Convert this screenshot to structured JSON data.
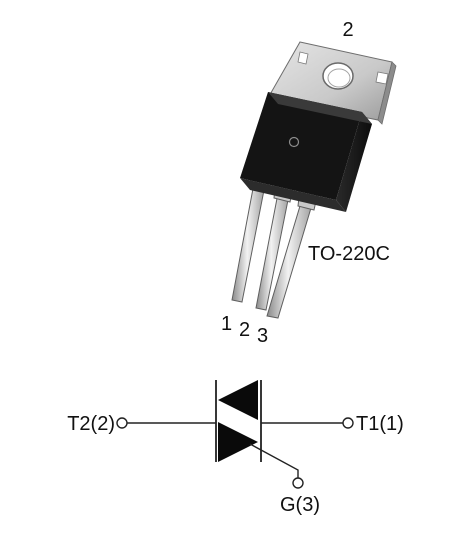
{
  "package": {
    "name": "TO-220C",
    "tab_pin_label": "2",
    "lead_labels": [
      "1",
      "2",
      "3"
    ]
  },
  "symbol": {
    "terminals": [
      {
        "id": "t2",
        "label": "T2(2)"
      },
      {
        "id": "t1",
        "label": "T1(1)"
      },
      {
        "id": "g",
        "label": "G(3)"
      }
    ]
  }
}
